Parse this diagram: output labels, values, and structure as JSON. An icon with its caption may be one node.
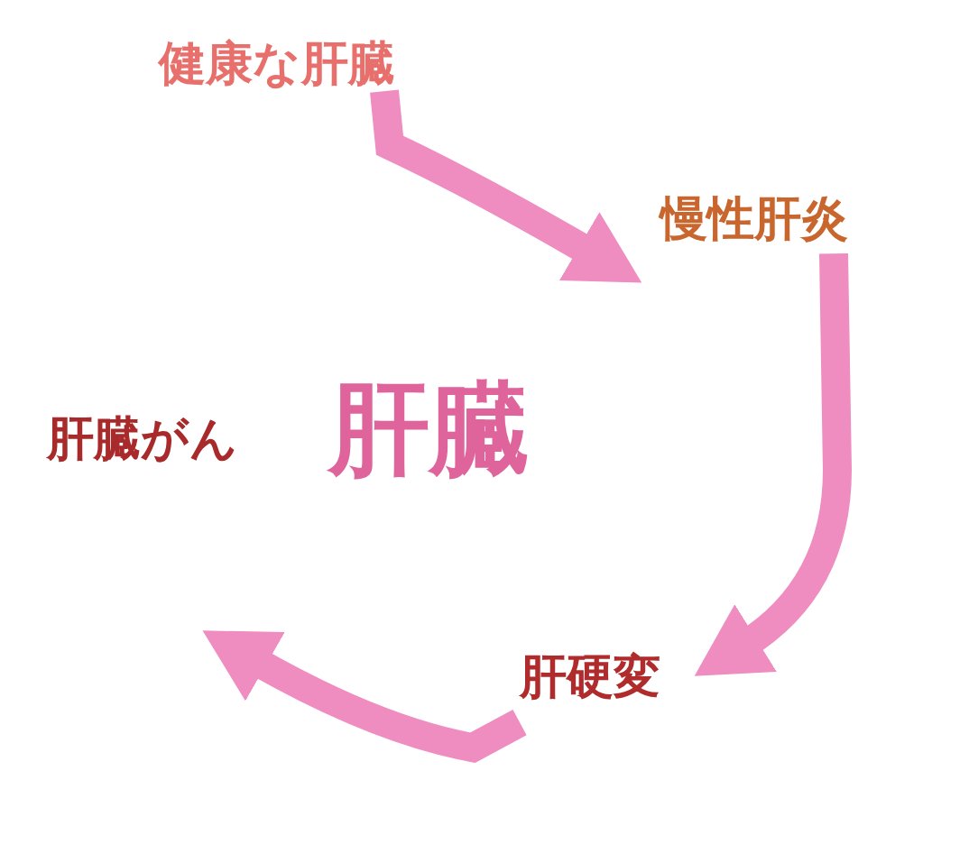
{
  "diagram": {
    "nodes": [
      {
        "text": [
          "健康な肝臓"
        ]
      },
      {
        "text": [
          "慢性肝炎"
        ]
      },
      {
        "text": [
          "肝硬変"
        ]
      },
      {
        "text": [
          "肝臓がん"
        ]
      },
      {
        "text": [
          "肝臓"
        ]
      }
    ],
    "edges": [
      {
        "from": 0,
        "to": 1,
        "arrow": "to"
      },
      {
        "from": 1,
        "to": 2,
        "arrow": "to"
      },
      {
        "from": 2,
        "to": 3,
        "arrow": "to"
      }
    ]
  }
}
